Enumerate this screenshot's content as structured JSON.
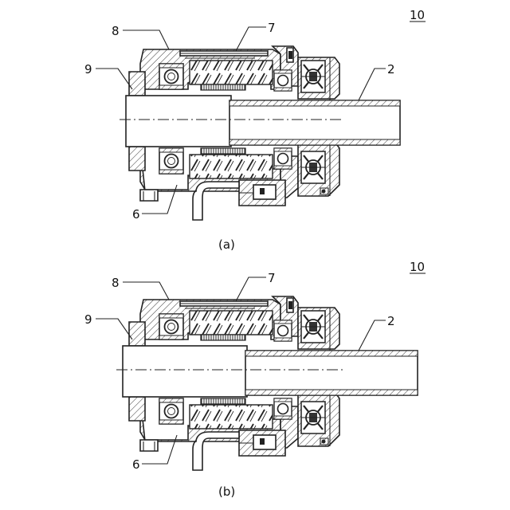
{
  "figures": [
    {
      "id": "a",
      "caption": "(a)",
      "labels": {
        "ref_10": "10",
        "ref_8": "8",
        "ref_7": "7",
        "ref_9": "9",
        "ref_2": "2",
        "ref_6": "6"
      },
      "shaft_extension": 0
    },
    {
      "id": "b",
      "caption": "(b)",
      "labels": {
        "ref_10": "10",
        "ref_8": "8",
        "ref_7": "7",
        "ref_9": "9",
        "ref_2": "2",
        "ref_6": "6"
      },
      "shaft_extension": 24
    }
  ]
}
